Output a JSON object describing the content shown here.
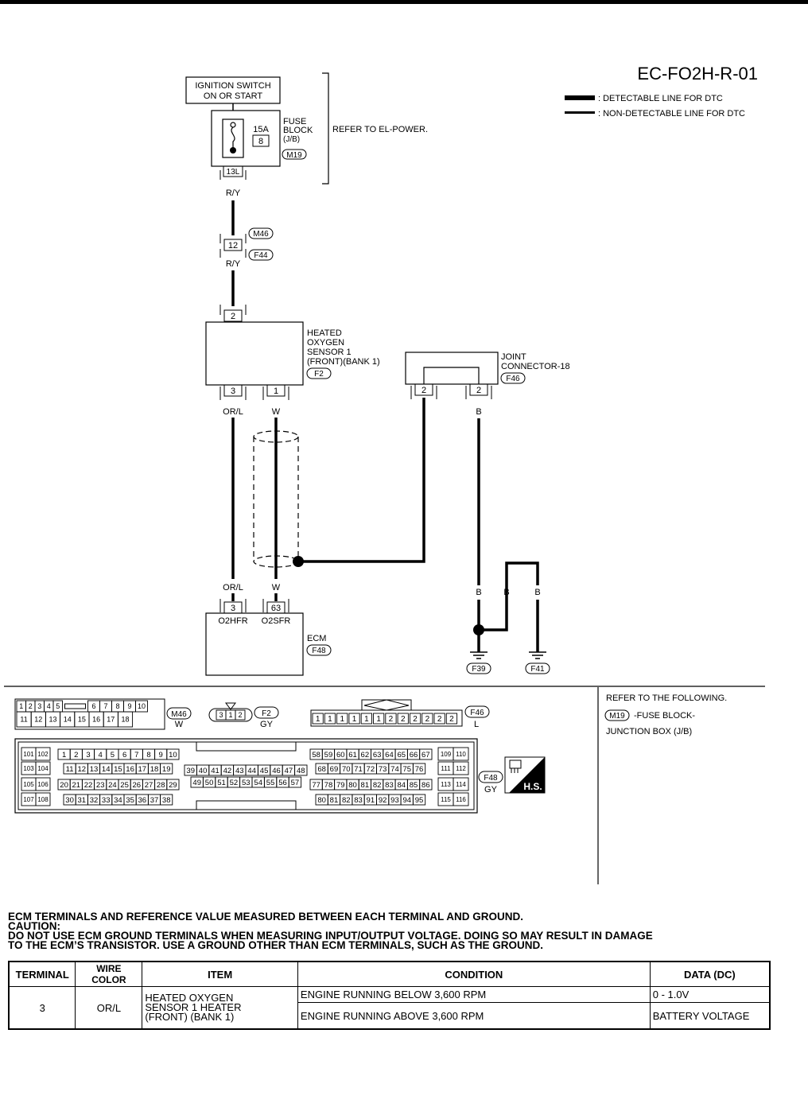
{
  "diagram_id": "EC-FO2H-R-01",
  "legend": {
    "detectable": ": DETECTABLE LINE FOR DTC",
    "non_detectable": ": NON-DETECTABLE LINE FOR DTC"
  },
  "ignition": {
    "line1": "IGNITION SWITCH",
    "line2": "ON OR START"
  },
  "fuse": {
    "amp": "15A",
    "number": "8",
    "label1": "FUSE",
    "label2": "BLOCK",
    "label3": "(J/B)",
    "connector": "M19",
    "terminal": "13L"
  },
  "refer_power": "REFER TO EL-POWER.",
  "wire_ry": "R/Y",
  "inline_connector": {
    "terminal": "12",
    "conn_top": "M46",
    "conn_bottom": "F44"
  },
  "sensor": {
    "top_terminal": "2",
    "line1": "HEATED",
    "line2": "OXYGEN",
    "line3": "SENSOR 1",
    "line4": "(FRONT)(BANK 1)",
    "connector": "F2",
    "terminal_left": "3",
    "terminal_right": "1"
  },
  "joint": {
    "line1": "JOINT",
    "line2": "CONNECTOR-18",
    "connector": "F46",
    "terminal_left": "2",
    "terminal_right": "2"
  },
  "wires": {
    "orl": "OR/L",
    "w": "W",
    "b": "B"
  },
  "ecm": {
    "terminal_left": "3",
    "terminal_right": "63",
    "pin_left": "O2HFR",
    "pin_right": "O2SFR",
    "label": "ECM",
    "connector": "F48"
  },
  "grounds": {
    "left": "F39",
    "right": "F41"
  },
  "connector_views": {
    "m46": {
      "row1": [
        "1",
        "2",
        "3",
        "4",
        "5",
        "6",
        "7",
        "8",
        "9",
        "10"
      ],
      "row2": [
        "11",
        "12",
        "13",
        "14",
        "15",
        "16",
        "17",
        "18"
      ],
      "name": "M46",
      "color": "W"
    },
    "f2": {
      "pins": [
        "3",
        "1",
        "2"
      ],
      "name": "F2",
      "color": "GY"
    },
    "f46": {
      "pins": [
        "1",
        "1",
        "1",
        "1",
        "1",
        "1",
        "2",
        "2",
        "2",
        "2",
        "2",
        "2"
      ],
      "name": "F46",
      "color": "L"
    },
    "f48": {
      "name": "F48",
      "color": "GY",
      "hs": "H.S.",
      "left_pairs": [
        [
          "101",
          "102"
        ],
        [
          "103",
          "104"
        ],
        [
          "105",
          "106"
        ],
        [
          "107",
          "108"
        ]
      ],
      "block1": [
        [
          "1",
          "2",
          "3",
          "4",
          "5",
          "6",
          "7",
          "8",
          "9",
          "10"
        ],
        [
          "11",
          "12",
          "13",
          "14",
          "15",
          "16",
          "17",
          "18",
          "19"
        ],
        [
          "20",
          "21",
          "22",
          "23",
          "24",
          "25",
          "26",
          "27",
          "28",
          "29"
        ],
        [
          "30",
          "31",
          "32",
          "33",
          "34",
          "35",
          "36",
          "37",
          "38"
        ]
      ],
      "block2": [
        [
          "39",
          "40",
          "41",
          "42",
          "43",
          "44",
          "45",
          "46",
          "47",
          "48"
        ],
        [
          "49",
          "50",
          "51",
          "52",
          "53",
          "54",
          "55",
          "56",
          "57"
        ]
      ],
      "block3": [
        [
          "58",
          "59",
          "60",
          "61",
          "62",
          "63",
          "64",
          "65",
          "66",
          "67"
        ],
        [
          "68",
          "69",
          "70",
          "71",
          "72",
          "73",
          "74",
          "75",
          "76"
        ],
        [
          "77",
          "78",
          "79",
          "80",
          "81",
          "82",
          "83",
          "84",
          "85",
          "86"
        ],
        [
          "80",
          "81",
          "82",
          "83",
          "91",
          "92",
          "93",
          "94",
          "95"
        ]
      ],
      "right_pairs": [
        [
          "109",
          "110"
        ],
        [
          "111",
          "112"
        ],
        [
          "113",
          "114"
        ],
        [
          "115",
          "116"
        ]
      ]
    }
  },
  "refer_box": {
    "line1": "REFER TO THE FOLLOWING.",
    "connector": "M19",
    "line2": "-FUSE BLOCK-",
    "line3": "JUNCTION BOX (J/B)"
  },
  "notes": {
    "line1": "ECM TERMINALS AND REFERENCE VALUE MEASURED BETWEEN EACH TERMINAL AND GROUND.",
    "line2": "CAUTION:",
    "line3": "DO NOT USE ECM GROUND TERMINALS WHEN MEASURING INPUT/OUTPUT VOLTAGE. DOING SO MAY RESULT IN DAMAGE",
    "line4": "TO THE ECM’S TRANSISTOR. USE A GROUND OTHER THAN ECM TERMINALS, SUCH AS THE GROUND."
  },
  "table": {
    "headers": {
      "terminal": "TERMINAL",
      "wire_color": "WIRE COLOR",
      "item": "ITEM",
      "condition": "CONDITION",
      "data": "DATA (DC)"
    },
    "row": {
      "terminal": "3",
      "wire_color": "OR/L",
      "item_line1": "HEATED OXYGEN",
      "item_line2": "SENSOR 1 HEATER",
      "item_line3": "(FRONT) (BANK 1)",
      "condition1": "ENGINE RUNNING BELOW 3,600 RPM",
      "data1": "0 - 1.0V",
      "condition2": "ENGINE RUNNING ABOVE 3,600 RPM",
      "data2": "BATTERY VOLTAGE"
    }
  }
}
